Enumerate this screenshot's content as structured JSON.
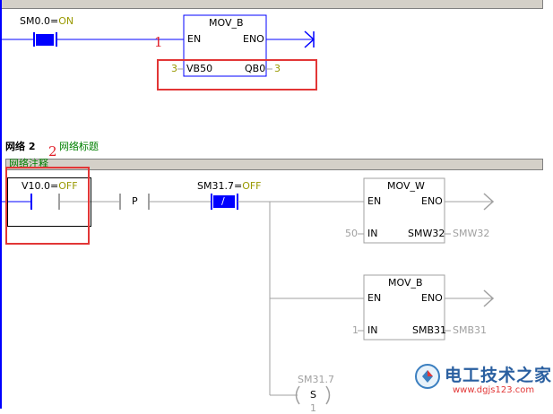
{
  "net1": {
    "contact_label": "SM0.0=",
    "contact_state": "ON",
    "block_title": "MOV_B",
    "pin_en": "EN",
    "pin_eno": "ENO",
    "in_value": "3",
    "in_operand": "VB50",
    "out_operand": "QB0",
    "out_value": "3",
    "marker": "1"
  },
  "net2": {
    "header": "网络 2",
    "title": "网络标题",
    "comment": "网络注释",
    "contact_v10_label": "V10.0=",
    "contact_v10_state": "OFF",
    "p_label": "P",
    "contact_sm317_label": "SM31.7=",
    "contact_sm317_state": "OFF",
    "not_label": "/",
    "marker": "2",
    "movw": {
      "title": "MOV_W",
      "pin_en": "EN",
      "pin_eno": "ENO",
      "in_value": "50",
      "in_operand": "IN",
      "out_operand": "SMW32",
      "out_value": "SMW32"
    },
    "movb": {
      "title": "MOV_B",
      "pin_en": "EN",
      "pin_eno": "ENO",
      "in_value": "1",
      "in_operand": "IN",
      "out_operand": "SMB31",
      "out_value": "SMB31"
    },
    "coil_label": "SM31.7",
    "coil_symbol": "S",
    "coil_value": "1"
  },
  "watermark": {
    "title": "电工技术之家",
    "url": "www.dgjs123.com"
  },
  "colors": {
    "active": "#0000ff",
    "inactive": "#a0a0a0",
    "highlight": "#e23636",
    "status_on": "#999900"
  }
}
